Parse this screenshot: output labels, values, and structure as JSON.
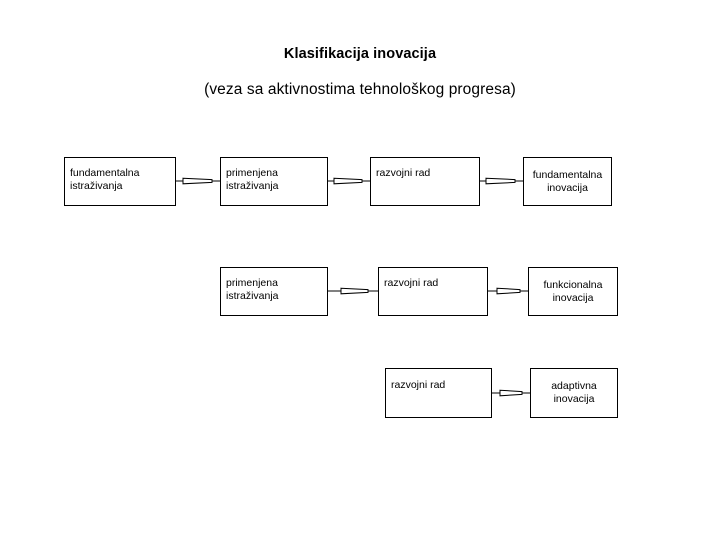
{
  "slide": {
    "background_color": "#ffffff",
    "text_color": "#000000",
    "title": {
      "main": "Klasifikacija inovacija",
      "sub": "(veza sa aktivnostima tehnološkog progresa)"
    }
  },
  "diagram": {
    "type": "flow-chain",
    "rows": [
      {
        "id": "row-1",
        "nodes": [
          {
            "id": "r1-n1",
            "label": "fundamentalna\nistraživanja",
            "align": "left"
          },
          {
            "id": "r1-n2",
            "label": "primenjena\nistraživanja",
            "align": "left"
          },
          {
            "id": "r1-n3",
            "label": "razvojni rad",
            "align": "left"
          },
          {
            "id": "r1-n4",
            "label": "fundamentalna\ninovacija",
            "align": "center"
          }
        ],
        "connectors": 3
      },
      {
        "id": "row-2",
        "nodes": [
          {
            "id": "r2-n1",
            "label": "primenjena\nistraživanja",
            "align": "left"
          },
          {
            "id": "r2-n2",
            "label": "razvojni rad",
            "align": "left"
          },
          {
            "id": "r2-n3",
            "label": "funkcionalna\ninovacija",
            "align": "center"
          }
        ],
        "connectors": 2
      },
      {
        "id": "row-3",
        "nodes": [
          {
            "id": "r3-n1",
            "label": "razvojni rad",
            "align": "left"
          },
          {
            "id": "r3-n2",
            "label": "adaptivna\ninovacija",
            "align": "center"
          }
        ],
        "connectors": 1
      }
    ],
    "connector_style": {
      "name": "thin-arrow-connector",
      "line_color": "#000000",
      "shape_fill": "#ffffff",
      "shape_stroke": "#000000"
    }
  }
}
